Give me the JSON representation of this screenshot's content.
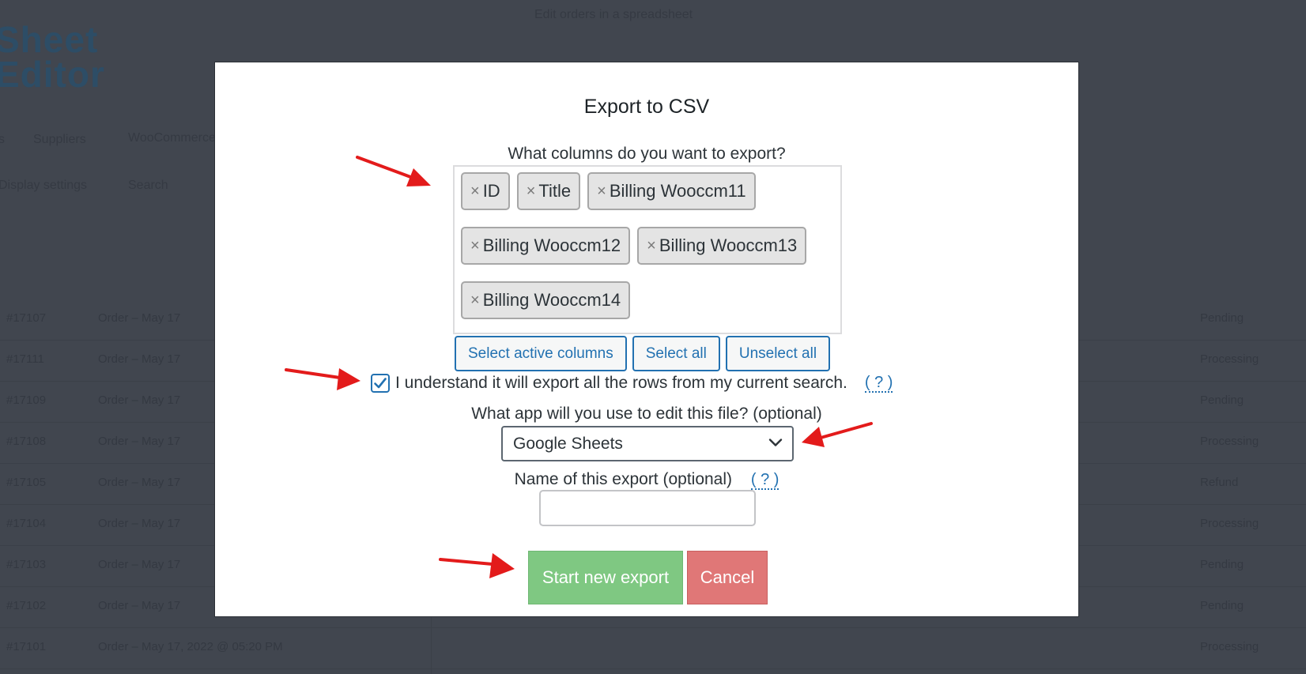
{
  "background": {
    "top_hint": "Edit orders in a spreadsheet",
    "logo_lines": [
      "Sheet",
      "Editor"
    ],
    "nav_items": [
      "s",
      "Suppliers",
      "WooCommerce"
    ],
    "toolbar_items": [
      "Display settings",
      "Search"
    ],
    "rows": [
      {
        "id": "#17107",
        "title": "Order – May 17",
        "status": "Pending"
      },
      {
        "id": "#17111",
        "title": "Order – May 17",
        "status": "Processing"
      },
      {
        "id": "#17109",
        "title": "Order – May 17",
        "status": "Pending"
      },
      {
        "id": "#17108",
        "title": "Order – May 17",
        "status": "Processing"
      },
      {
        "id": "#17105",
        "title": "Order – May 17",
        "status": "Refund"
      },
      {
        "id": "#17104",
        "title": "Order – May 17",
        "status": "Processing"
      },
      {
        "id": "#17103",
        "title": "Order – May 17",
        "status": "Pending"
      },
      {
        "id": "#17102",
        "title": "Order – May 17",
        "status": "Pending"
      },
      {
        "id": "#17101",
        "title": "Order – May 17, 2022 @ 05:20 PM",
        "status": "Processing"
      }
    ]
  },
  "modal": {
    "title": "Export to CSV",
    "columns_question": "What columns do you want to export?",
    "tags": [
      {
        "label": "ID",
        "remove_glyph": "×"
      },
      {
        "label": "Title",
        "remove_glyph": "×"
      },
      {
        "label": "Billing Wooccm11",
        "remove_glyph": "×"
      },
      {
        "label": "Billing Wooccm12",
        "remove_glyph": "×"
      },
      {
        "label": "Billing Wooccm13",
        "remove_glyph": "×"
      },
      {
        "label": "Billing Wooccm14",
        "remove_glyph": "×"
      }
    ],
    "select_active_label": "Select active columns",
    "select_all_label": "Select all",
    "unselect_all_label": "Unselect all",
    "understand_text": "I understand it will export all the rows from my current search.",
    "understand_checked": true,
    "help_label": "( ? )",
    "app_question": "What app will you use to edit this file? (optional)",
    "app_selected": "Google Sheets",
    "name_label": "Name of this export (optional)",
    "name_value": "",
    "start_label": "Start new export",
    "cancel_label": "Cancel"
  },
  "colors": {
    "overlay": "#41464f",
    "accent": "#2271b1",
    "start_button": "#7fc882",
    "cancel_button": "#e07777",
    "annotation_arrow": "#e31b1b"
  },
  "icons": {
    "checkbox": "check-icon",
    "select_arrow": "chevron-down-icon",
    "annotation": "red-arrow-icon"
  }
}
